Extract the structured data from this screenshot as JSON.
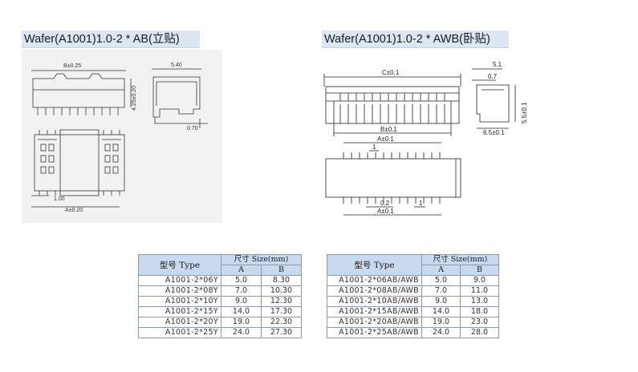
{
  "left": {
    "title": "Wafer(A1001)1.0-2 * AB(立贴)",
    "dims": {
      "b": "B±0.25",
      "h": "4.25±0.20",
      "w": "5.40",
      "t": "0.70",
      "pitch": "1.00",
      "a": "A±0.20"
    },
    "table": {
      "type_header": "型号 Type",
      "size_header": "尺寸 Size(mm)",
      "col_a": "A",
      "col_b": "B",
      "rows": [
        {
          "model": "A1001-2*06Y",
          "a": "5.0",
          "b": "8.30"
        },
        {
          "model": "A1001-2*08Y",
          "a": "7.0",
          "b": "10.30"
        },
        {
          "model": "A1001-2*10Y",
          "a": "9.0",
          "b": "12.30"
        },
        {
          "model": "A1001-2*15Y",
          "a": "14.0",
          "b": "17.30"
        },
        {
          "model": "A1001-2*20Y",
          "a": "19.0",
          "b": "22.30"
        },
        {
          "model": "A1001-2*25Y",
          "a": "24.0",
          "b": "27.30"
        }
      ]
    }
  },
  "right": {
    "title": "Wafer(A1001)1.0-2 * AWB(卧贴)",
    "dims": {
      "c": "C±0.1",
      "b": "B±0.1",
      "a_top": "A±0.1",
      "one_top": "1",
      "w": "5.1",
      "t": "0.7",
      "h": "5.5±0.1",
      "d": "6.5±0.1",
      "pad": "0.2",
      "one_bottom": "1",
      "a_bottom": "A±0.1"
    },
    "table": {
      "type_header": "型号 Type",
      "size_header": "尺寸 Size(mm)",
      "col_a": "A",
      "col_b": "B",
      "rows": [
        {
          "model": "A1001-2*06AB/AWB",
          "a": "5.0",
          "b": "9.0"
        },
        {
          "model": "A1001-2*08AB/AWB",
          "a": "7.0",
          "b": "11.0"
        },
        {
          "model": "A1001-2*10AB/AWB",
          "a": "9.0",
          "b": "13.0"
        },
        {
          "model": "A1001-2*15AB/AWB",
          "a": "14.0",
          "b": "18.0"
        },
        {
          "model": "A1001-2*20AB/AWB",
          "a": "19.0",
          "b": "23.0"
        },
        {
          "model": "A1001-2*25AB/AWB",
          "a": "24.0",
          "b": "28.0"
        }
      ]
    }
  }
}
